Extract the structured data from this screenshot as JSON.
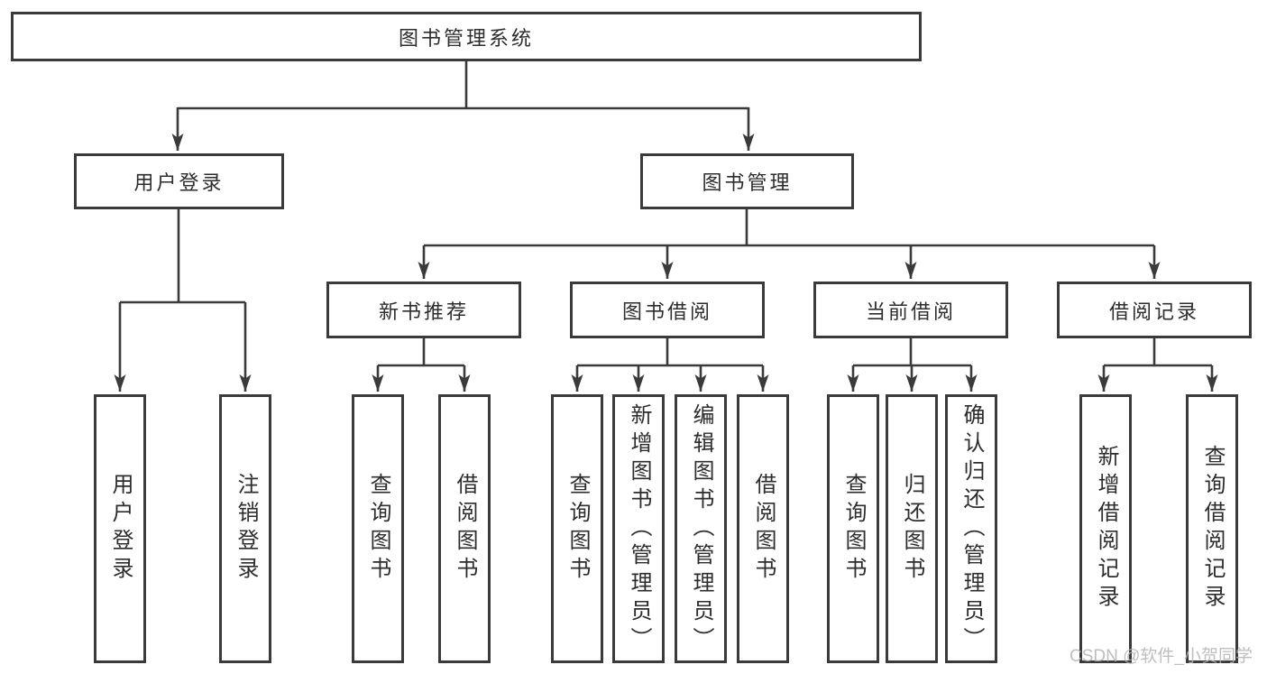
{
  "tree": {
    "root": "图书管理系统",
    "branches": [
      {
        "label": "用户登录",
        "children": [
          "用户登录",
          "注销登录"
        ]
      },
      {
        "label": "图书管理",
        "children": [
          {
            "label": "新书推荐",
            "children": [
              "查询图书",
              "借阅图书"
            ]
          },
          {
            "label": "图书借阅",
            "children": [
              "查询图书",
              "新增图书（管理员）",
              "编辑图书（管理员）",
              "借阅图书"
            ]
          },
          {
            "label": "当前借阅",
            "children": [
              "查询图书",
              "归还图书",
              "确认归还（管理员）"
            ]
          },
          {
            "label": "借阅记录",
            "children": [
              "新增借阅记录",
              "查询借阅记录"
            ]
          }
        ]
      }
    ]
  },
  "watermark": {
    "text": "CSDN @软件_小贺同学"
  },
  "colors": {
    "line": "#3a3a3a",
    "text": "#2d2d2d",
    "watermark": "#b3b3b3",
    "background": "#ffffff"
  }
}
